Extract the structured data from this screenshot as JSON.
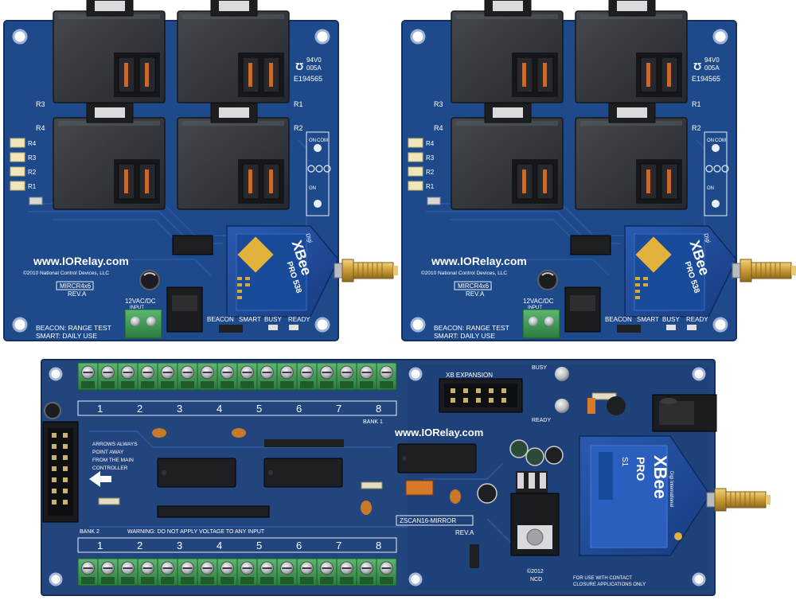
{
  "relay_board": {
    "website": "www.IORelay.com",
    "copyright": "©2010 National Control Devices, LLC",
    "model": "MIRCR4x6",
    "revision": "REV.A",
    "power_label": "12VAC/DC",
    "input_label": "INPUT",
    "beacon_line": "BEACON: RANGE TEST",
    "smart_line": "SMART: DAILY USE",
    "bottom_labels": [
      "BEACON",
      "SMART",
      "BUSY",
      "READY"
    ],
    "relay_labels": [
      "R1",
      "R2",
      "R3",
      "R4"
    ],
    "led_labels": [
      "R4",
      "R3",
      "R2",
      "R1"
    ],
    "cert_lines": [
      "94V0",
      "005A",
      "E194565"
    ],
    "switch_labels": [
      "ON",
      "COM",
      "ON"
    ],
    "xbee_logo": "XBee",
    "xbee_model": "PRO 538",
    "xbee_digi": "Digi"
  },
  "mirror_board": {
    "website": "www.IORelay.com",
    "model": "ZSCAN16-MIRROR",
    "revision": "REV.A",
    "xb_expansion": "XB EXPANSION",
    "busy_label": "BUSY",
    "ready_label": "READY",
    "bank1_label": "BANK 1",
    "bank2_label": "BANK 2",
    "terminal_numbers": [
      "1",
      "2",
      "3",
      "4",
      "5",
      "6",
      "7",
      "8"
    ],
    "arrow_note": [
      "ARROWS ALWAYS",
      "POINT AWAY",
      "FROM THE MAIN",
      "CONTROLLER"
    ],
    "warning": "WARNING: DO NOT APPLY VOLTAGE TO ANY INPUT",
    "year": "©2012",
    "maker": "NCD",
    "contact_note": [
      "FOR USE WITH CONTACT",
      "CLOSURE APPLICATIONS ONLY"
    ],
    "xbee_logo": "XBee",
    "xbee_model": "PRO",
    "xbee_sub": "S1",
    "xbee_brand": "Digi International"
  },
  "colors": {
    "board_blue": "#1e4a8c",
    "board_blue_dark": "#17386b",
    "relay_black": "#2c2f33",
    "terminal_green": "#3f9a52",
    "antenna_gold": "#c8a040"
  }
}
